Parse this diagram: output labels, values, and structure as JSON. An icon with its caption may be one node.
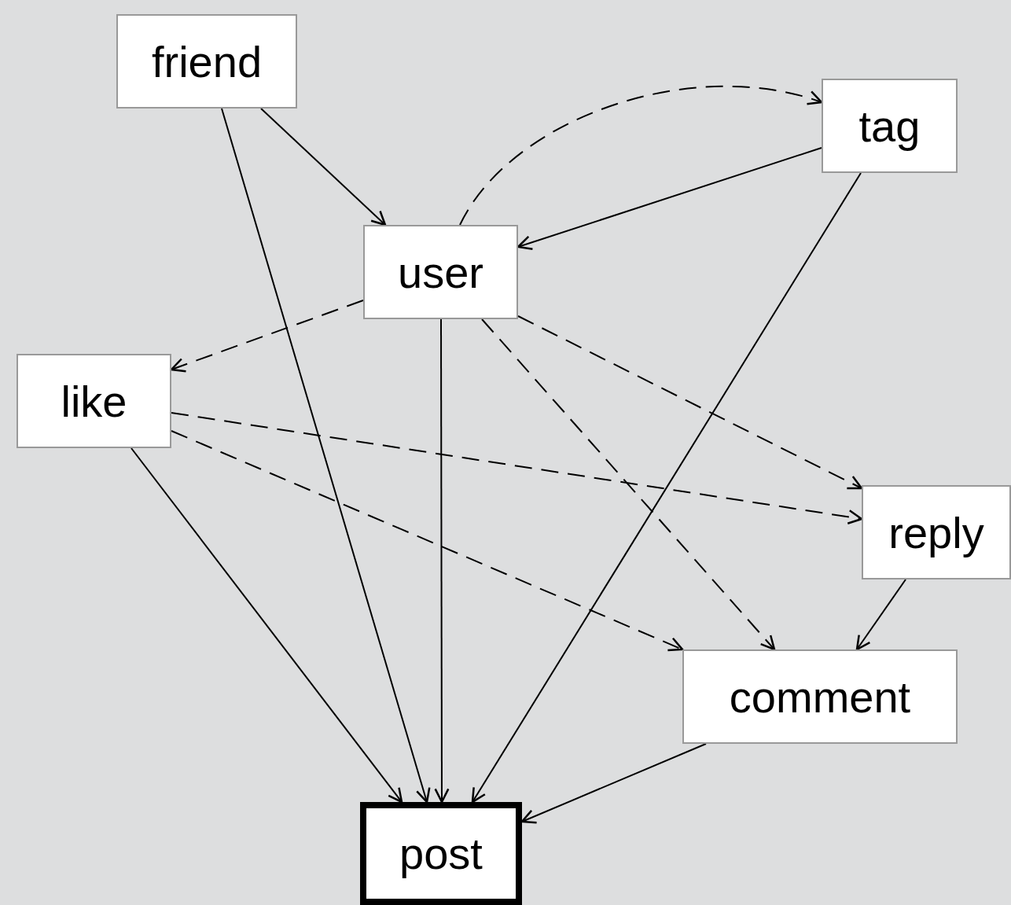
{
  "diagram": {
    "nodes": [
      {
        "text": [
          "friend"
        ]
      },
      {
        "text": [
          "tag"
        ]
      },
      {
        "text": [
          "user"
        ]
      },
      {
        "text": [
          "like"
        ]
      },
      {
        "text": [
          "reply"
        ]
      },
      {
        "text": [
          "comment"
        ]
      },
      {
        "text": [
          "post"
        ]
      }
    ],
    "edges": [
      {
        "from": 0,
        "to": 2,
        "arrow": "to"
      },
      {
        "from": 0,
        "to": 6,
        "arrow": "to"
      },
      {
        "from": 2,
        "to": 1,
        "arrow": "to",
        "style": "dashed"
      },
      {
        "from": 1,
        "to": 2,
        "arrow": "to"
      },
      {
        "from": 1,
        "to": 6,
        "arrow": "to"
      },
      {
        "from": 2,
        "to": 3,
        "arrow": "to",
        "style": "dashed"
      },
      {
        "from": 2,
        "to": 6,
        "arrow": "to"
      },
      {
        "from": 2,
        "to": 5,
        "arrow": "to",
        "style": "dashed"
      },
      {
        "from": 2,
        "to": 4,
        "arrow": "to",
        "style": "dashed"
      },
      {
        "from": 3,
        "to": 4,
        "arrow": "to",
        "style": "dashed"
      },
      {
        "from": 3,
        "to": 5,
        "arrow": "to",
        "style": "dashed"
      },
      {
        "from": 3,
        "to": 6,
        "arrow": "to"
      },
      {
        "from": 4,
        "to": 5,
        "arrow": "to"
      },
      {
        "from": 5,
        "to": 6,
        "arrow": "to"
      }
    ]
  }
}
